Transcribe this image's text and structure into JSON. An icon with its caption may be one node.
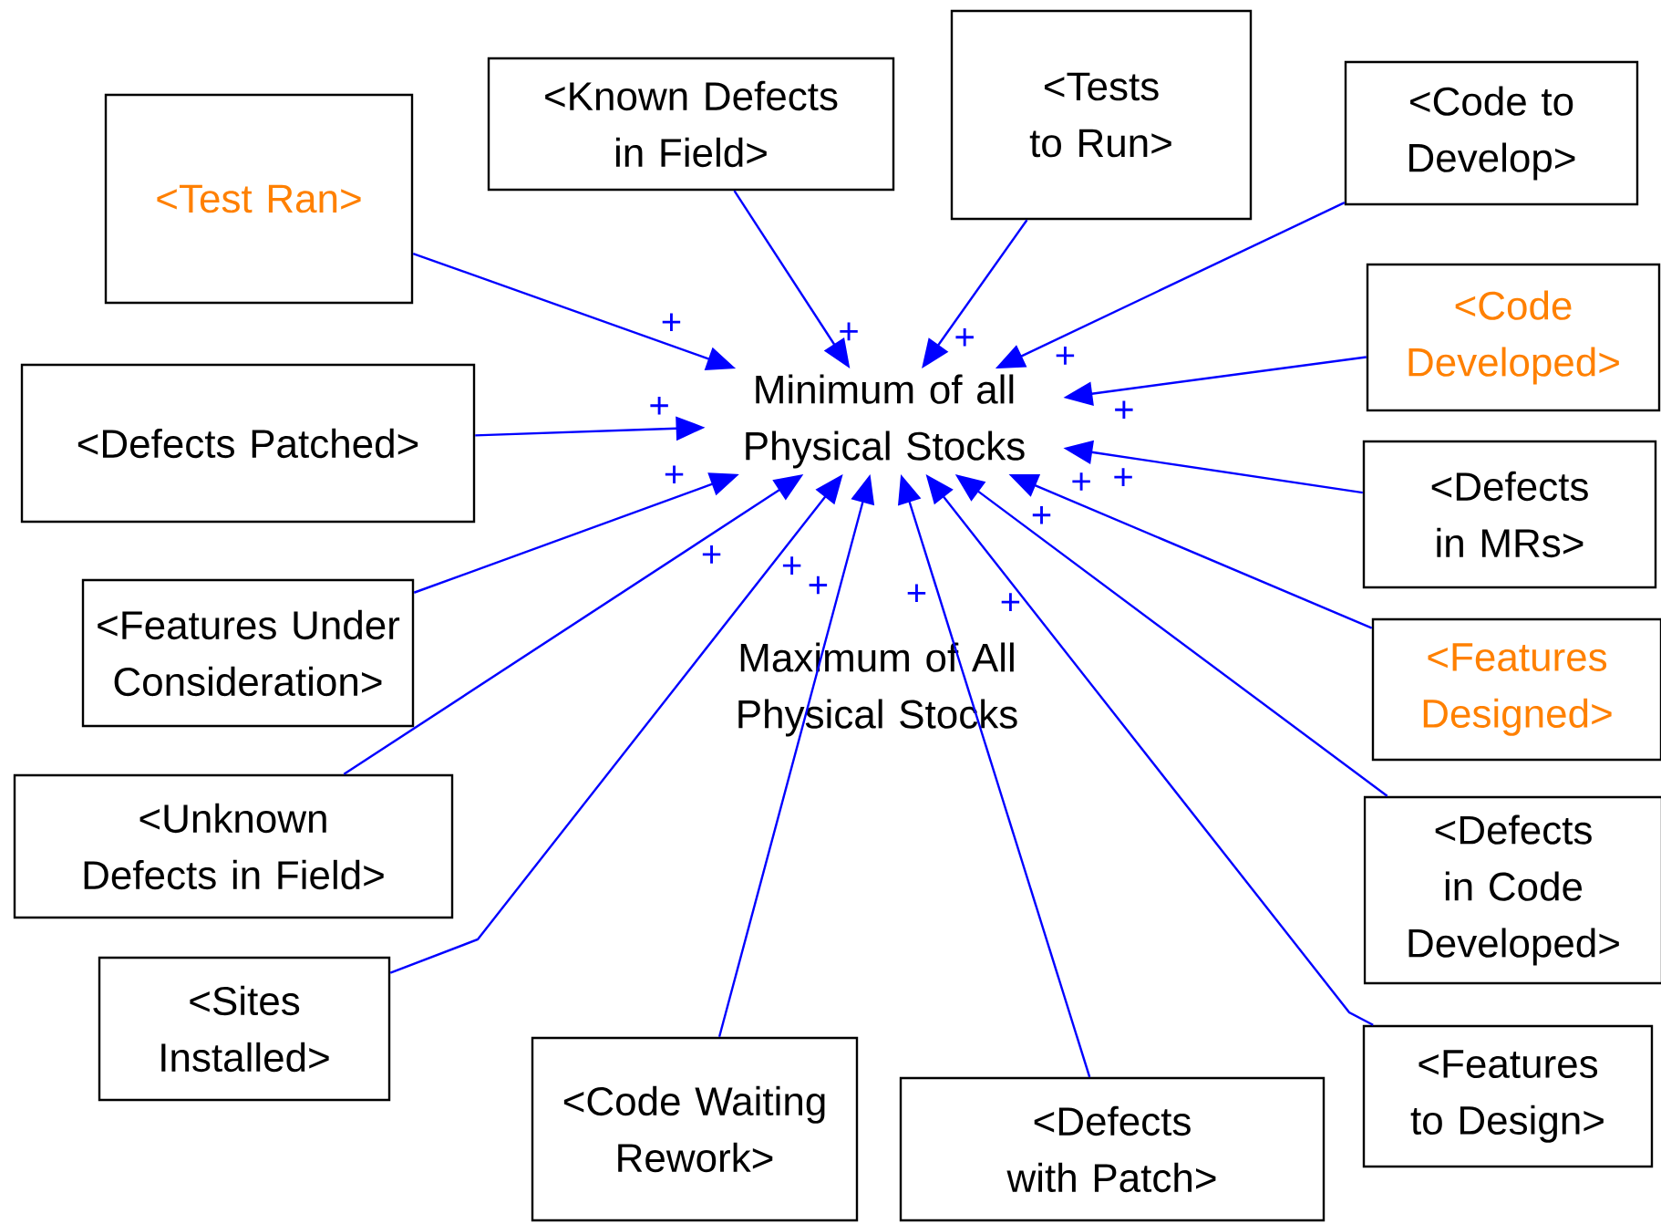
{
  "diagram": {
    "nodes": [
      {
        "text": [
          "<Tests to Run>"
        ]
      },
      {
        "text": [
          "<Known Defects in Field>"
        ]
      },
      {
        "text": [
          "<Code to Develop>"
        ]
      },
      {
        "text": [
          "<Test Ran>"
        ]
      },
      {
        "text": [
          "<Code Developed>"
        ]
      },
      {
        "text": [
          "<Defects Patched>"
        ]
      },
      {
        "text": [
          "Minimum of all Physical Stocks"
        ]
      },
      {
        "text": [
          "<Defects in MRs>"
        ]
      },
      {
        "text": [
          "<Features Under Consideration>"
        ]
      },
      {
        "text": [
          "<Features Designed>"
        ]
      },
      {
        "text": [
          "Maximum of All Physical Stocks"
        ]
      },
      {
        "text": [
          "<Unknown Defects in Field>"
        ]
      },
      {
        "text": [
          "<Defects in Code Developed>"
        ]
      },
      {
        "text": [
          "<Sites Installed>"
        ]
      },
      {
        "text": [
          "<Features to Design>"
        ]
      },
      {
        "text": [
          "<Code Waiting Rework>"
        ]
      },
      {
        "text": [
          "<Defects with Patch>"
        ]
      }
    ],
    "edges": [
      {
        "from": 3,
        "to": 6,
        "arrow": "to",
        "label": "+"
      },
      {
        "from": 1,
        "to": 6,
        "arrow": "to",
        "label": "+"
      },
      {
        "from": 0,
        "to": 6,
        "arrow": "to",
        "label": "+"
      },
      {
        "from": 2,
        "to": 6,
        "arrow": "to",
        "label": "+"
      },
      {
        "from": 4,
        "to": 6,
        "arrow": "to",
        "label": "+"
      },
      {
        "from": 5,
        "to": 6,
        "arrow": "to",
        "label": "+"
      },
      {
        "from": 7,
        "to": 6,
        "arrow": "to",
        "label": "+"
      },
      {
        "from": 8,
        "to": 6,
        "arrow": "to",
        "label": "+"
      },
      {
        "from": 9,
        "to": 6,
        "arrow": "to",
        "label": "+"
      },
      {
        "from": 11,
        "to": 6,
        "arrow": "to",
        "label": "+"
      },
      {
        "from": 12,
        "to": 6,
        "arrow": "to",
        "label": "+"
      },
      {
        "from": 13,
        "to": 6,
        "arrow": "to",
        "label": "+"
      },
      {
        "from": 14,
        "to": 6,
        "arrow": "to",
        "label": "+"
      },
      {
        "from": 15,
        "to": 6,
        "arrow": "to",
        "label": "+"
      },
      {
        "from": 16,
        "to": 6,
        "arrow": "to",
        "label": "+"
      }
    ]
  }
}
